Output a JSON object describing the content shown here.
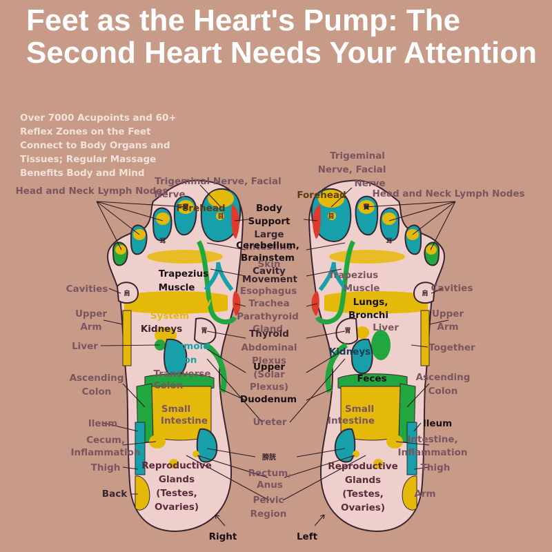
{
  "title": "Feet as the Heart's Pump: The Second Heart Needs Your Attention",
  "subtitle": "Over 7000 Acupoints and 60+ Reflex Zones on the Feet Connect to Body Organs and Tissues; Regular Massage Benefits Body and Mind",
  "colors": {
    "background": "#c89a88",
    "yellow": "#e5b90a",
    "teal": "#17a0a9",
    "green": "#22a63f",
    "red": "#e03a2c",
    "pink": "#efcfcb",
    "outline": "#3a2430"
  },
  "labels": {
    "trigeminal_left": "Trigeminal Nerve, Facial Nerve",
    "trigeminal_right": "Trigeminal Nerve, Facial Nerve",
    "head_neck_lymph_left": "Head and Neck Lymph Nodes",
    "head_neck_lymph_right": "Head and Neck Lymph Nodes",
    "forehead_left": "Forehead",
    "forehead_right": "Forehead",
    "body_support": "Body Support",
    "large_intestine": "Large Intestine",
    "cerebellum_brainstem": "Cerebellum, Brainstem",
    "skin": "Skin",
    "cavity": "Cavity",
    "movement": "Movement",
    "esophagus": "Esophagus",
    "trachea": "Trachea",
    "parathyroid_gland": "Parathyroid Gland",
    "thyroid": "Thyroid",
    "abdominal_plexus": "Abdominal Plexus",
    "upper": "Upper",
    "solar_plexus": "(Solar Plexus)",
    "duodenum": "Duodenum",
    "ureter": "Ureter",
    "bladder_char": "膀胱",
    "rectum_anus": "Rectum, Anus",
    "pelvic_region": "Pelvic Region",
    "trapezius_left": "Trapezius Muscle",
    "trapezius_right": "Trapezius Muscle",
    "cavities_left": "Cavities",
    "cavities_right": "Cavities",
    "respiratory_system": "Respiratory System",
    "lungs_bronchi": "Lungs, Bronchi",
    "upper_arm_left": "Upper Arm",
    "upper_arm_right": "Upper Arm",
    "kidneys_left": "Kidneys",
    "kidneys_right": "Kidneys",
    "liver_left": "Liver",
    "liver_right": "Liver",
    "together": "Together",
    "sigmoid_colon": "Sigmoid Colon",
    "transverse_colon": "Transverse Colon",
    "feces": "Feces",
    "ascending_colon_left": "Ascending Colon",
    "ascending_colon_right": "Ascending Colon",
    "small_intestine_left": "Small Intestine",
    "small_intestine_right": "Small Intestine",
    "ileum_left": "Ileum",
    "ileum_right": "Ileum",
    "cecum_inflammation": "Cecum, Inflammation",
    "intestine_inflammation": "Intestine, Inflammation",
    "thigh_left": "Thigh",
    "thigh_right": "Thigh",
    "reproductive_glands_left": "Reproductive Glands (Testes, Ovaries)",
    "reproductive_glands_right": "Reproductive Glands (Testes, Ovaries)",
    "back": "Back",
    "arm": "Arm",
    "right": "Right",
    "left": "Left",
    "shoulder_char": "肩",
    "stomach_char": "胃",
    "eye_char": "目",
    "ear_char": "耳",
    "sinus_char": "竇"
  }
}
